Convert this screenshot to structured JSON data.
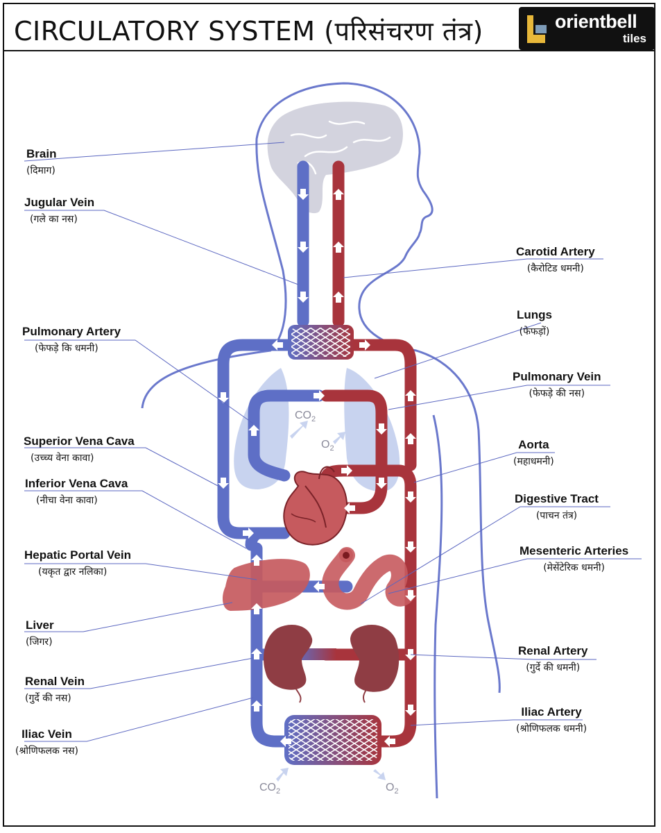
{
  "header": {
    "title": "CIRCULATORY SYSTEM (परिसंचरण तंत्र)",
    "logo_name": "orientbell",
    "logo_sub": "tiles"
  },
  "colors": {
    "vein": "#5e6fc6",
    "artery": "#a8343c",
    "organ": "#c65a5e",
    "lung": "#c8d3ef",
    "brain": "#d3d3de",
    "body_outline": "#6a78cc"
  },
  "labels": {
    "brain": {
      "en": "Brain",
      "hi": "(दिमाग)"
    },
    "jugular_vein": {
      "en": "Jugular Vein",
      "hi": "(गले का नस)"
    },
    "carotid_artery": {
      "en": "Carotid Artery",
      "hi": "(कैरोटिड धमनी)"
    },
    "pulmonary_artery": {
      "en": "Pulmonary Artery",
      "hi": "(फेफड़े कि धमनी)"
    },
    "lungs": {
      "en": "Lungs",
      "hi": "(फेफड़ों)"
    },
    "pulmonary_vein": {
      "en": "Pulmonary Vein",
      "hi": "(फेफड़े की नस)"
    },
    "superior_vena_cava": {
      "en": "Superior Vena Cava",
      "hi": "(उच्च्य वेना कावा)"
    },
    "aorta": {
      "en": "Aorta",
      "hi": "(महाधमनी)"
    },
    "inferior_vena_cava": {
      "en": "Inferior Vena Cava",
      "hi": "(नीचा वेना कावा)"
    },
    "digestive_tract": {
      "en": "Digestive Tract",
      "hi": "(पाचन तंत्र)"
    },
    "hepatic_portal_vein": {
      "en": "Hepatic Portal Vein",
      "hi": "(यकृत द्वार नलिका)"
    },
    "mesenteric_arteries": {
      "en": "Mesenteric Arteries",
      "hi": "(मेसेंटेरिक धमनी)"
    },
    "liver": {
      "en": "Liver",
      "hi": "(जिगर)"
    },
    "renal_artery": {
      "en": "Renal Artery",
      "hi": "(गुर्दे की धमनी)"
    },
    "renal_vein": {
      "en": "Renal Vein",
      "hi": "(गुर्दे की नस)"
    },
    "iliac_artery": {
      "en": "Iliac Artery",
      "hi": "(श्रोणिफलक धमनी)"
    },
    "iliac_vein": {
      "en": "Iliac Vein",
      "hi": "(श्रोणिफलक नस)"
    }
  },
  "gases": {
    "lung_co2": {
      "base": "CO",
      "sub": "2"
    },
    "lung_o2": {
      "base": "O",
      "sub": "2"
    },
    "body_co2": {
      "base": "CO",
      "sub": "2"
    },
    "body_o2": {
      "base": "O",
      "sub": "2"
    }
  }
}
